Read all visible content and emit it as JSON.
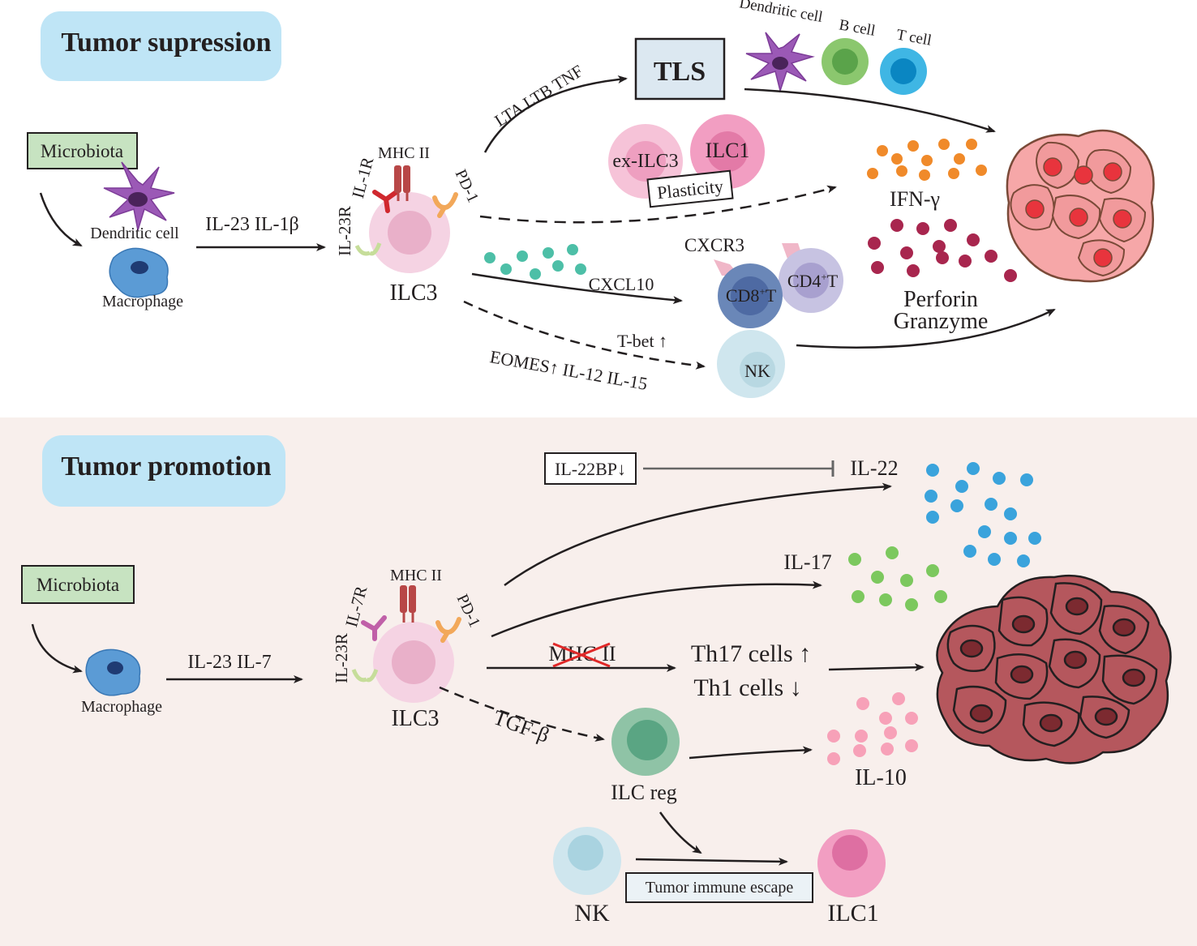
{
  "top": {
    "title": "Tumor supression",
    "microbiota": "Microbiota",
    "dendritic_cell": "Dendritic cell",
    "macrophage": "Macrophage",
    "cytokines_in": "IL-23 IL-1β",
    "receptors": {
      "il23r": "IL-23R",
      "il1r": "IL-1R",
      "mhc2": "MHC II",
      "pd1": "PD-1"
    },
    "ilc3": "ILC3",
    "tls_factors": "LTA LTB TNF",
    "tls": "TLS",
    "tls_cells": {
      "dc": "Dendritic cell",
      "b": "B cell",
      "t": "T cell"
    },
    "ex_ilc3": "ex-ILC3",
    "ilc1": "ILC1",
    "plasticity": "Plasticity",
    "ifng": "IFN-γ",
    "cxcr3": "CXCR3",
    "cxcl10": "CXCL10",
    "cd8_main": "CD8",
    "cd8_sup": "+",
    "cd8_end": "T",
    "cd4_main": "CD4",
    "cd4_sup": "+",
    "cd4_end": "T",
    "tbet": "T-bet ↑",
    "nk_factors": "EOMES↑ IL-12  IL-15",
    "nk": "NK",
    "perforin": "Perforin",
    "granzyme": "Granzyme"
  },
  "bottom": {
    "title": "Tumor promotion",
    "microbiota": "Microbiota",
    "macrophage": "Macrophage",
    "cytokines_in": "IL-23 IL-7",
    "receptors": {
      "il23r": "IL-23R",
      "il7r": "IL-7R",
      "mhc2": "MHC II",
      "pd1": "PD-1"
    },
    "ilc3": "ILC3",
    "il22bp": "IL-22BP↓",
    "il22": "IL-22",
    "il17": "IL-17",
    "mhc2_crossed": "MHC II",
    "th17": "Th17 cells ↑",
    "th1": "Th1 cells ↓",
    "tgfb": "TGF-β",
    "ilcreg": "ILC reg",
    "il10": "IL-10",
    "nk": "NK",
    "escape": "Tumor immune escape",
    "ilc1": "ILC1"
  }
}
